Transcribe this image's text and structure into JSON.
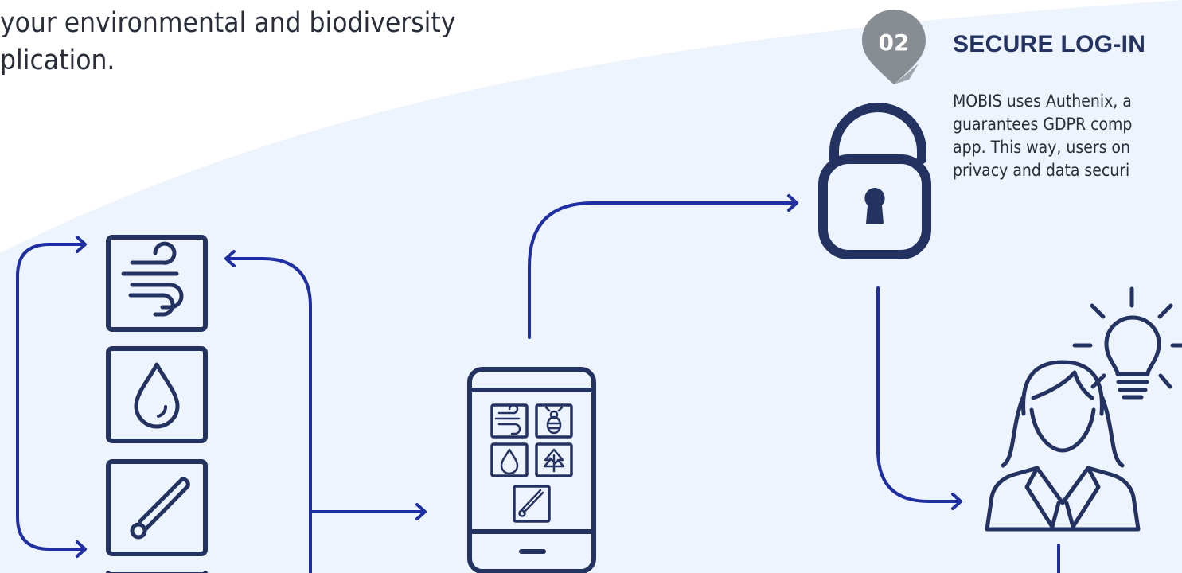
{
  "intro": {
    "lines": [
      "your environmental and biodiversity",
      "plication."
    ]
  },
  "step": {
    "number": "02",
    "title": "SECURE LOG-IN",
    "body_lines": [
      "MOBIS uses Authenix, a",
      "guarantees GDPR comp",
      "app. This way, users on",
      "privacy and data securi"
    ]
  },
  "colors": {
    "arrow": "#1f2fa3",
    "icon": "#233260",
    "badge": "#888c93",
    "background_band": "#eef4fd"
  },
  "icons": {
    "sensors": [
      "wind-icon",
      "water-drop-icon",
      "thermometer-icon"
    ],
    "phone_apps": [
      "wind-icon",
      "bee-icon",
      "water-drop-icon",
      "tree-icon",
      "thermometer-icon"
    ],
    "lock": "padlock-icon",
    "user": "woman-user-icon",
    "idea": "lightbulb-icon"
  }
}
